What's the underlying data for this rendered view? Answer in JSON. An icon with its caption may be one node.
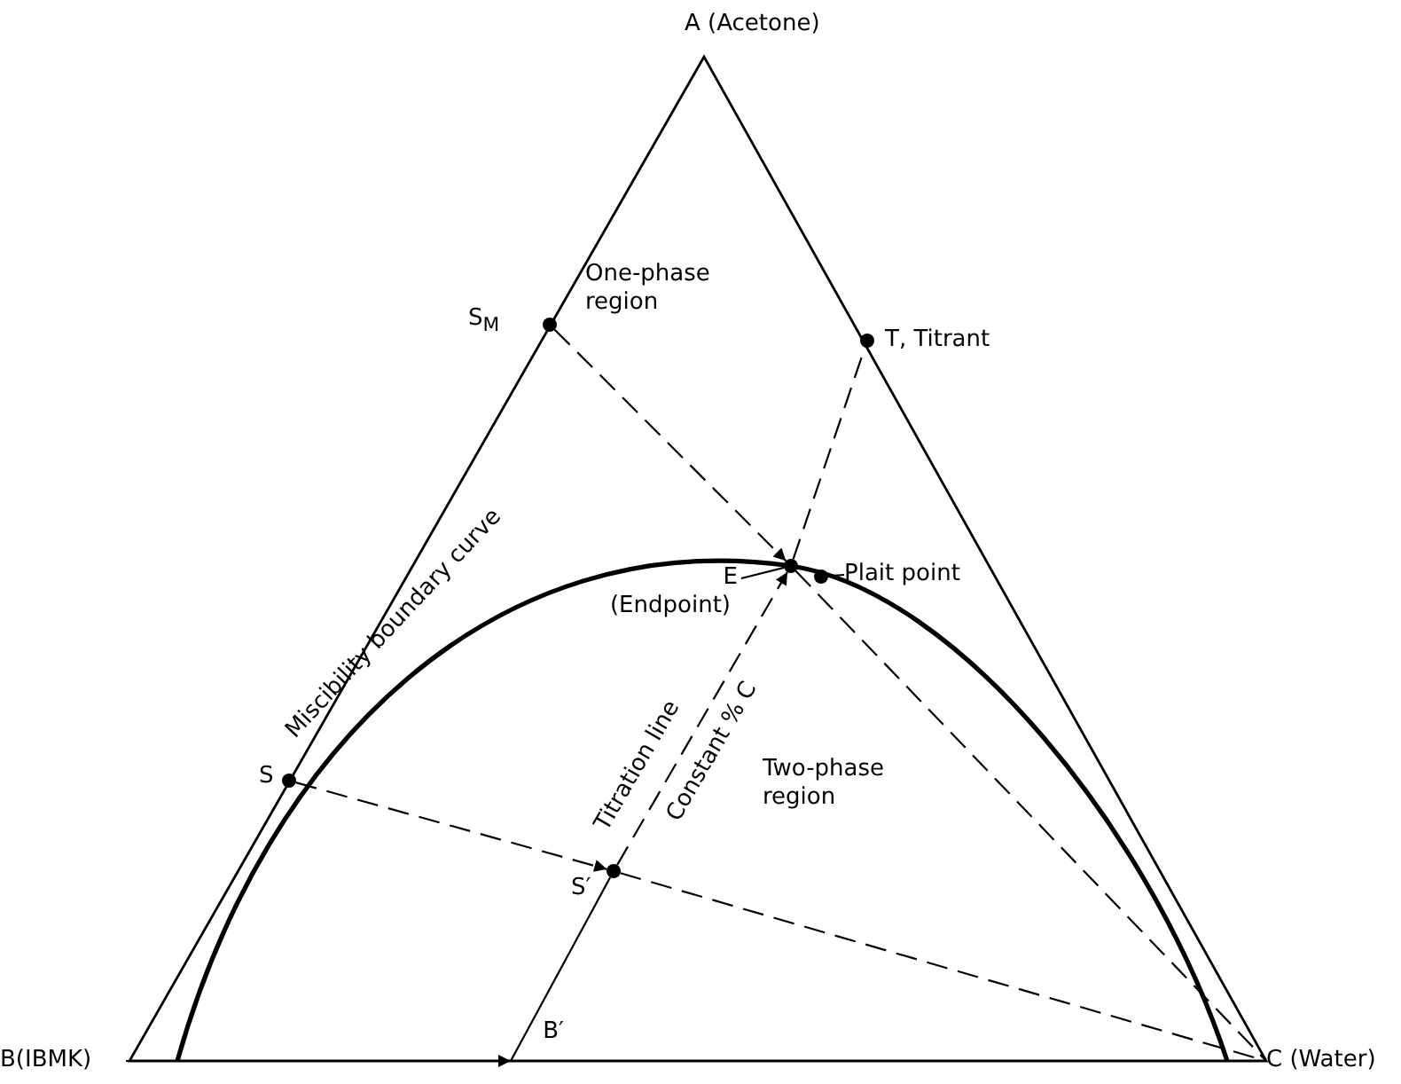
{
  "diagram": {
    "nodes": [
      {
        "text": [
          "A (Acetone)"
        ]
      },
      {
        "text": [],
        "shape": "circle",
        "beside": [
          "S$_{M}$"
        ]
      },
      {
        "text": [],
        "shape": "circle",
        "beside": [
          "T, Titrant"
        ]
      },
      {
        "text": [
          "E",
          "(Endpoint)"
        ]
      },
      {
        "text": [],
        "shape": "circle"
      },
      {
        "text": [
          "Plait point"
        ]
      },
      {
        "text": [],
        "shape": "circle"
      },
      {
        "text": [],
        "shape": "circle",
        "beside": [
          "S"
        ]
      },
      {
        "text": [],
        "shape": "circle",
        "beside": [
          "S′"
        ]
      },
      {
        "text": [
          "B(IBMK)"
        ]
      },
      {
        "text": [
          "B′"
        ]
      },
      {
        "text": [
          "C (Water)"
        ]
      }
    ],
    "edges": [
      {
        "from": 9,
        "to": 10,
        "arrow": "to"
      },
      {
        "from": 10,
        "to": 8,
        "arrow": "none"
      },
      {
        "from": 8,
        "to": 4,
        "arrow": "to",
        "style": "dashed"
      },
      {
        "from": 4,
        "to": 2,
        "arrow": "none",
        "style": "dashed"
      },
      {
        "from": 1,
        "to": 4,
        "arrow": "to",
        "style": "dashed"
      },
      {
        "from": 7,
        "to": 8,
        "arrow": "to",
        "style": "dashed"
      },
      {
        "from": 4,
        "to": 11,
        "arrow": "none",
        "style": "dashed"
      },
      {
        "from": 8,
        "to": 11,
        "arrow": "none",
        "style": "dashed"
      },
      {
        "from": 3,
        "to": 4,
        "arrow": "none"
      },
      {
        "from": 5,
        "to": 6,
        "arrow": "none"
      }
    ],
    "labels": [
      "One-phase region",
      "Miscibility boundary curve",
      "Titration line",
      "Constant % C",
      "Two-phase region"
    ]
  }
}
